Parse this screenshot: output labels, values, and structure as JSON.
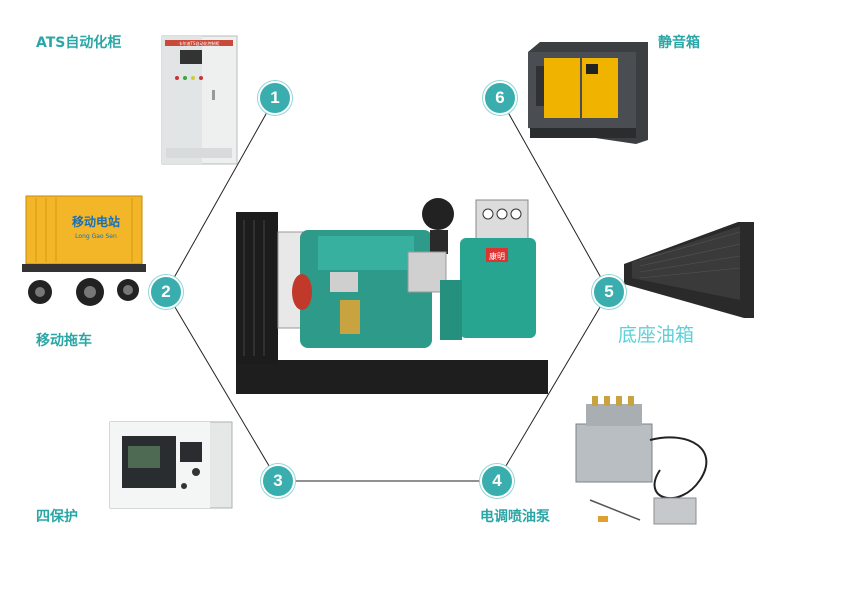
{
  "labels": {
    "ats": "ATS自动化柜",
    "trailer": "移动拖车",
    "protection": "四保护",
    "injection": "电调喷油泵",
    "base_tank": "底座油箱",
    "silent_box": "静音箱"
  },
  "nodes": [
    "1",
    "2",
    "3",
    "4",
    "5",
    "6"
  ],
  "badges": {
    "ats_panel": "卡尔迪TS自动化控制柜",
    "trailer_brand": "移动电站",
    "trailer_sub": "Long Gao Sen",
    "alternator_plate": "康明"
  },
  "colors": {
    "accent": "#3aaeae",
    "label": "#2aa6a6",
    "engine_green": "#2e9a8a",
    "canopy_yellow": "#f0b400"
  }
}
